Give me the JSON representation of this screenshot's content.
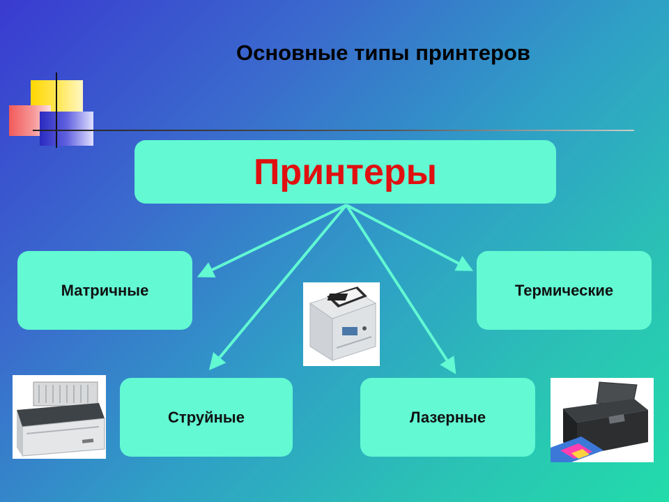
{
  "slide": {
    "title": "Основные типы принтеров"
  },
  "diagram": {
    "root": "Принтеры",
    "children": [
      "Матричные",
      "Термические",
      "Струйные",
      "Лазерные"
    ]
  },
  "images": {
    "center": "laser-printer-photo",
    "left": "dot-matrix-printer-photo",
    "right": "inkjet-printer-photo"
  },
  "colors": {
    "node_fill": "#62f9d3",
    "root_text": "#e01010",
    "arrow": "#62f9d3"
  }
}
